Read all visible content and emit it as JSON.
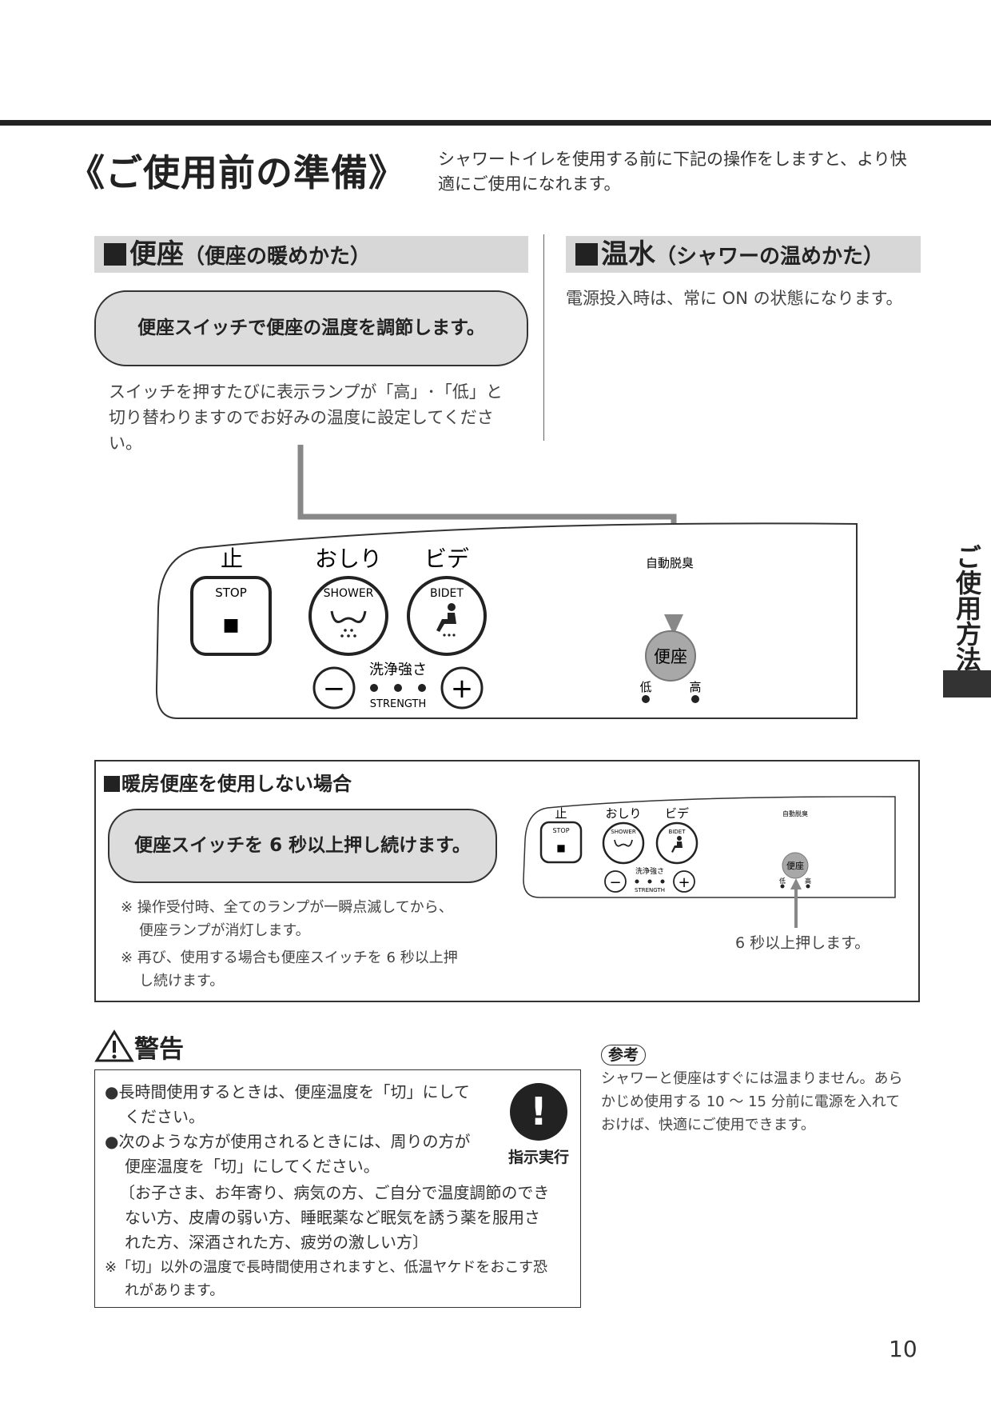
{
  "page": {
    "title": "《ご使用前の準備》",
    "intro": "シャワートイレを使用する前に下記の操作をしますと、より快適にご使用になれます。",
    "page_number": "10",
    "side_tab": "ご使用方法"
  },
  "seat": {
    "heading": "便座",
    "heading_sub": "（便座の暖めかた）",
    "instruction": "便座スイッチで便座の温度を調節します。",
    "body": "スイッチを押すたびに表示ランプが「高」･「低」と切り替わりますのでお好みの温度に設定してください。"
  },
  "water": {
    "heading": "温水",
    "heading_sub": "（シャワーの温めかた）",
    "body": "電源投入時は、常に ON の状態になります。"
  },
  "panel": {
    "stop_label": "止",
    "stop_en": "STOP",
    "stop_glyph": "■",
    "oshiri_label": "おしり",
    "shower_en": "SHOWER",
    "bidet_label": "ビデ",
    "bidet_en": "BIDET",
    "strength_label": "洗浄強さ",
    "strength_en": "STRENGTH",
    "minus_glyph": "−",
    "plus_glyph": "+",
    "deodor_label": "自動脱臭",
    "seat_button": "便座",
    "low_label": "低",
    "high_label": "高"
  },
  "nouse": {
    "heading": "暖房便座を使用しない場合",
    "instruction": "便座スイッチを 6 秒以上押し続けます。",
    "note1_line1": "※ 操作受付時、全てのランプが一瞬点滅してから、",
    "note1_line2": "便座ランプが消灯します。",
    "note2_line1": "※ 再び、使用する場合も便座スイッチを 6 秒以上押",
    "note2_line2": "し続けます。",
    "callout": "6 秒以上押します。"
  },
  "warning": {
    "heading": "警告",
    "bullet1_line1": "●長時間使用するときは、便座温度を「切」にして",
    "bullet1_line2": "ください。",
    "bullet2_line1": "●次のような方が使用されるときには、周りの方が",
    "bullet2_line2": "便座温度を「切」にしてください。",
    "bracket_line1": "〔お子さま、お年寄り、病気の方、ご自分で温度調節のでき",
    "bracket_line2": "ない方、皮膚の弱い方、睡眠薬など眠気を誘う薬を服用さ",
    "bracket_line3": "れた方、深酒された方、疲労の激しい方〕",
    "note_line1": "※「切」以外の温度で長時間使用されますと、低温ヤケドをおこす恐",
    "note_line2": "れがあります。",
    "mandatory_glyph": "!",
    "mandatory_label": "指示実行"
  },
  "reference": {
    "label": "参考",
    "line1": "シャワーと便座はすぐには温まりません。あら",
    "line2": "かじめ使用する 10 ～ 15 分前に電源を入れて",
    "line3": "おけば、快適にご使用できます。"
  }
}
